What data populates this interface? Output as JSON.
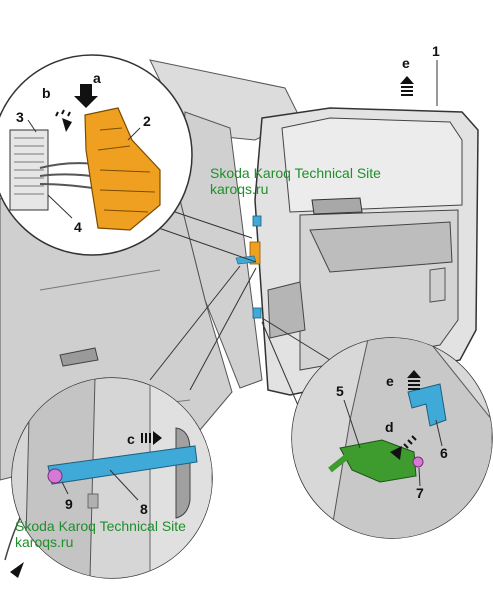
{
  "watermarks": {
    "top": {
      "line1": "Skoda Karoq Technical Site",
      "line2": "karoqs.ru"
    },
    "bottom": {
      "line1": "Skoda Karoq Technical Site",
      "line2": "karoqs.ru"
    }
  },
  "callouts": {
    "c1": "1",
    "c2": "2",
    "c3": "3",
    "c4": "4",
    "c5": "5",
    "c6": "6",
    "c7": "7",
    "c8": "8",
    "c9": "9",
    "ca": "a",
    "cb": "b",
    "cc": "c",
    "cd": "d",
    "ce_main": "e",
    "ce_detail": "e"
  },
  "colors": {
    "check_strap_boot": "#f0a020",
    "door_stop_arm": "#3fa9d8",
    "bracket_5": "#3e9b2e",
    "bracket_6": "#3fa9d8",
    "bolt": "#d47ad4",
    "watermark": "#1f8f2a"
  }
}
